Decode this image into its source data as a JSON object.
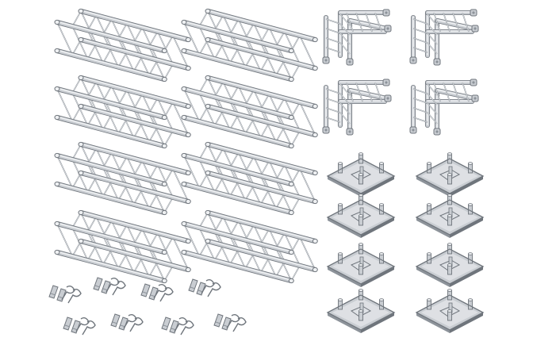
{
  "image": {
    "background": "#ffffff",
    "metal_light": "#eef0f2",
    "metal_mid": "#c9cdd2",
    "metal_dark": "#8d939a",
    "outline": "#6f757c",
    "counts": {
      "straight_truss_sections": 8,
      "corner_truss_pieces": 4,
      "base_plates": 8,
      "connector_sets": 8
    }
  }
}
